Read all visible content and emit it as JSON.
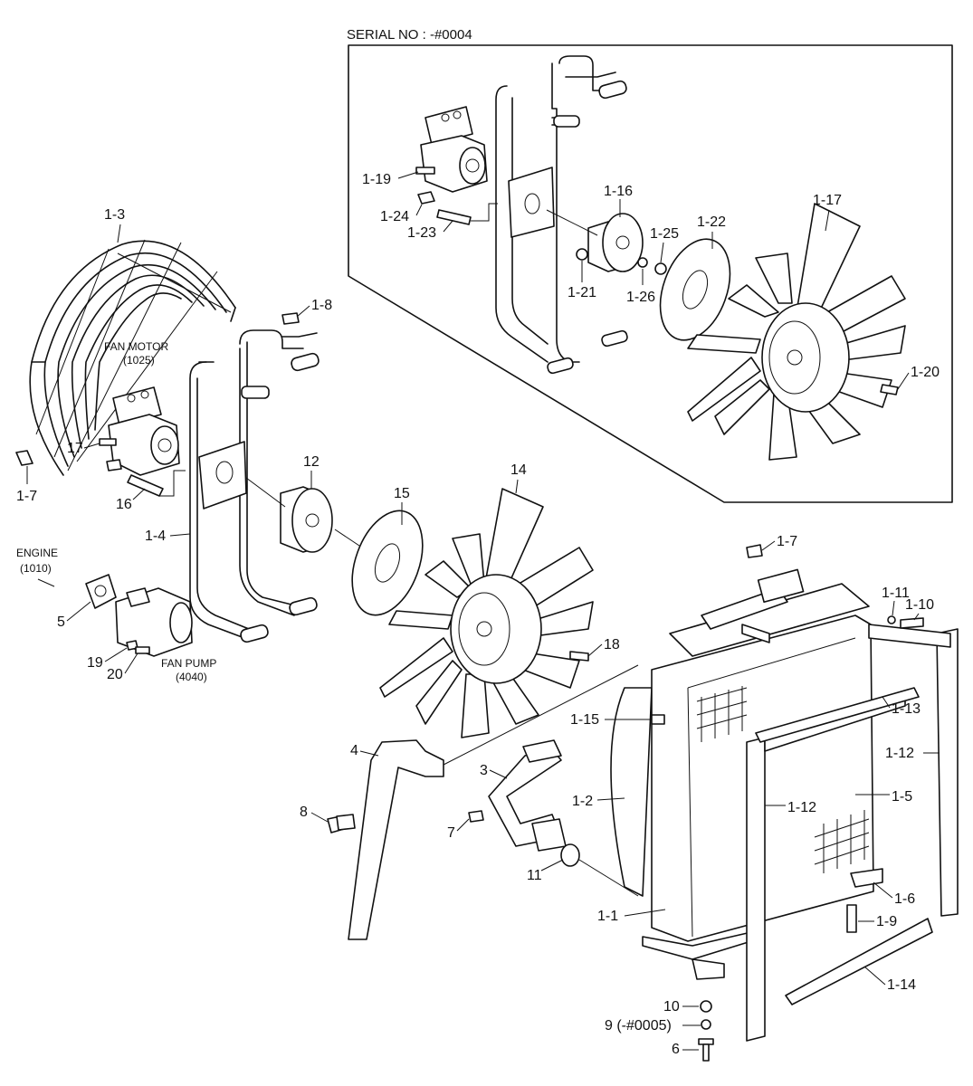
{
  "serial_note": "SERIAL NO : -#0004",
  "notes": {
    "fan_motor_name": "FAN MOTOR",
    "fan_motor_ref": "(1025)",
    "engine_name": "ENGINE",
    "engine_ref": "(1010)",
    "fan_pump_name": "FAN PUMP",
    "fan_pump_ref": "(4040)"
  },
  "labels": [
    "1-3",
    "1-8",
    "1-7",
    "17",
    "16",
    "1-4",
    "12",
    "15",
    "14",
    "5",
    "19",
    "20",
    "18",
    "4",
    "8",
    "3",
    "7",
    "11",
    "1-2",
    "1-15",
    "1-1",
    "1-7",
    "1-11",
    "1-10",
    "1-13",
    "1-12",
    "1-12",
    "1-5",
    "1-6",
    "1-9",
    "1-14",
    "10",
    "9 (-#0005)",
    "6",
    "1-19",
    "1-24",
    "1-23",
    "1-16",
    "1-25",
    "1-22",
    "1-17",
    "1-21",
    "1-26",
    "1-20"
  ]
}
